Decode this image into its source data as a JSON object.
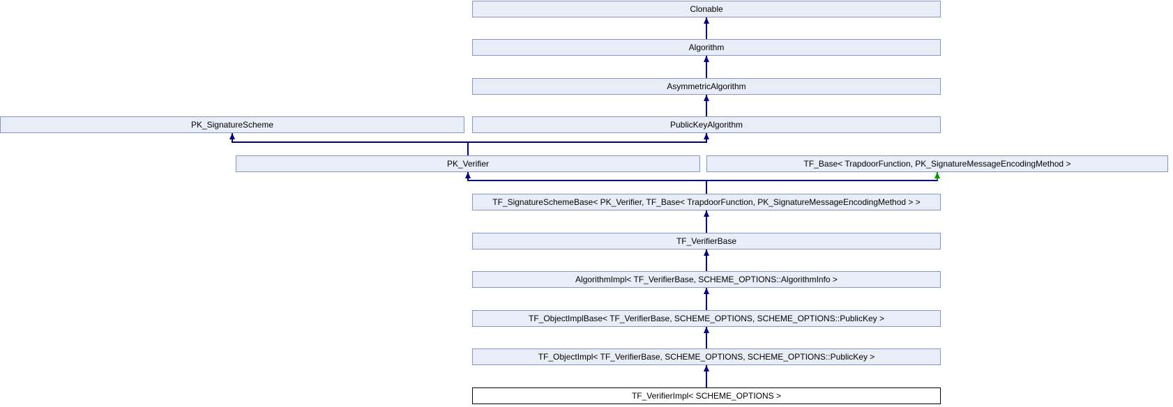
{
  "diagram": {
    "type": "class-inheritance-graph",
    "nodes": [
      {
        "id": "clonable",
        "label": "Clonable"
      },
      {
        "id": "algorithm",
        "label": "Algorithm"
      },
      {
        "id": "asymmetric_algorithm",
        "label": "AsymmetricAlgorithm"
      },
      {
        "id": "pk_signature_scheme",
        "label": "PK_SignatureScheme"
      },
      {
        "id": "public_key_algorithm",
        "label": "PublicKeyAlgorithm"
      },
      {
        "id": "pk_verifier",
        "label": "PK_Verifier"
      },
      {
        "id": "tf_base",
        "label": "TF_Base< TrapdoorFunction, PK_SignatureMessageEncodingMethod >"
      },
      {
        "id": "tf_signature_scheme_base",
        "label": "TF_SignatureSchemeBase< PK_Verifier, TF_Base< TrapdoorFunction, PK_SignatureMessageEncodingMethod > >"
      },
      {
        "id": "tf_verifier_base",
        "label": "TF_VerifierBase"
      },
      {
        "id": "algorithm_impl",
        "label": "AlgorithmImpl< TF_VerifierBase, SCHEME_OPTIONS::AlgorithmInfo >"
      },
      {
        "id": "tf_object_impl_base",
        "label": "TF_ObjectImplBase< TF_VerifierBase, SCHEME_OPTIONS, SCHEME_OPTIONS::PublicKey >"
      },
      {
        "id": "tf_object_impl",
        "label": "TF_ObjectImpl< TF_VerifierBase, SCHEME_OPTIONS, SCHEME_OPTIONS::PublicKey >"
      },
      {
        "id": "tf_verifier_impl",
        "label": "TF_VerifierImpl< SCHEME_OPTIONS >",
        "current": true
      }
    ],
    "edges": [
      {
        "child": "algorithm",
        "parents": [
          {
            "id": "clonable",
            "access": "public"
          }
        ]
      },
      {
        "child": "asymmetric_algorithm",
        "parents": [
          {
            "id": "algorithm",
            "access": "public"
          }
        ]
      },
      {
        "child": "public_key_algorithm",
        "parents": [
          {
            "id": "asymmetric_algorithm",
            "access": "public"
          }
        ]
      },
      {
        "child": "pk_verifier",
        "parents": [
          {
            "id": "pk_signature_scheme",
            "access": "public"
          },
          {
            "id": "public_key_algorithm",
            "access": "public"
          }
        ]
      },
      {
        "child": "tf_signature_scheme_base",
        "parents": [
          {
            "id": "pk_verifier",
            "access": "public"
          },
          {
            "id": "tf_base",
            "access": "protected"
          }
        ]
      },
      {
        "child": "tf_verifier_base",
        "parents": [
          {
            "id": "tf_signature_scheme_base",
            "access": "public"
          }
        ]
      },
      {
        "child": "algorithm_impl",
        "parents": [
          {
            "id": "tf_verifier_base",
            "access": "public"
          }
        ]
      },
      {
        "child": "tf_object_impl_base",
        "parents": [
          {
            "id": "algorithm_impl",
            "access": "public"
          }
        ]
      },
      {
        "child": "tf_object_impl",
        "parents": [
          {
            "id": "tf_object_impl_base",
            "access": "public"
          }
        ]
      },
      {
        "child": "tf_verifier_impl",
        "parents": [
          {
            "id": "tf_object_impl",
            "access": "public"
          }
        ]
      }
    ],
    "colors": {
      "background": "#FFFFFF",
      "box_fill": "#E8EDF7",
      "box_border": "#8596C5",
      "current_box_fill": "#FFFFFF",
      "current_box_border": "#000000",
      "inherit_public_arrow": "#000080",
      "inherit_protected_arrow": "#009900",
      "text": "#000000"
    }
  }
}
